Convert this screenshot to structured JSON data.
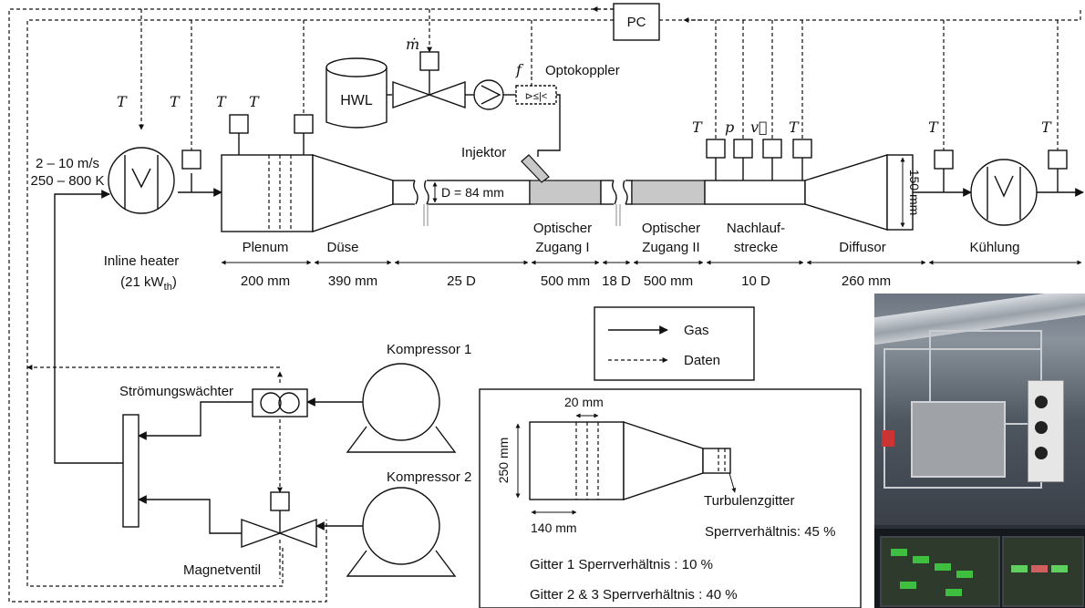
{
  "labels": {
    "pc": "PC",
    "hwl": "HWL",
    "m_dot": "ṁ",
    "f": "f",
    "optokoppler": "Optokoppler",
    "injektor": "Injektor",
    "velocity": "2 – 10 m/s",
    "temperature": "250 – 800 K",
    "diameter": "D = 84 mm",
    "height": "150 mm",
    "inline_heater": "Inline heater",
    "heater_power": "(21 kW",
    "heater_power_sub": "th",
    "heater_power_end": ")",
    "kompressor1": "Kompressor 1",
    "kompressor2": "Kompressor 2",
    "stroemungswaechter": "Strömungswächter",
    "magnetventil": "Magnetventil"
  },
  "sensors": {
    "T": "T",
    "p": "p",
    "v": "v⃗"
  },
  "sections": [
    {
      "name": "Plenum",
      "length": "200 mm"
    },
    {
      "name": "Düse",
      "length": "390 mm"
    },
    {
      "name": "",
      "length": "25 D"
    },
    {
      "name": "Optischer",
      "name2": "Zugang I",
      "length": "500 mm"
    },
    {
      "name": "",
      "length": "18 D"
    },
    {
      "name": "Optischer",
      "name2": "Zugang II",
      "length": "500 mm"
    },
    {
      "name": "Nachlauf-",
      "name2": "strecke",
      "length": "10 D"
    },
    {
      "name": "Diffusor",
      "length": "260 mm"
    },
    {
      "name": "Kühlung",
      "length": ""
    }
  ],
  "legend": {
    "gas": "Gas",
    "daten": "Daten"
  },
  "inset": {
    "spacing": "20 mm",
    "height": "250 mm",
    "length": "140 mm",
    "turbulenzgitter": "Turbulenzgitter",
    "sperr_main": "Sperrverhältnis: 45 %",
    "gitter1": "Gitter 1 Sperrverhältnis : 10 %",
    "gitter23": "Gitter 2 & 3 Sperrverhältnis : 40 %"
  }
}
